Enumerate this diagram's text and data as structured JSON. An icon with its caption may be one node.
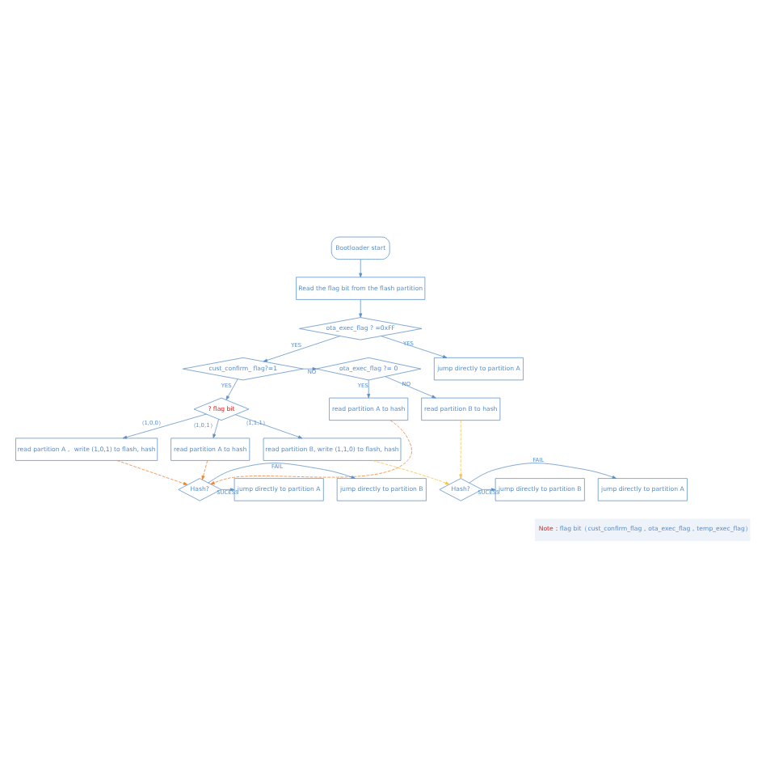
{
  "diagram": {
    "nodes": [
      {
        "text": [
          "Bootloader start"
        ]
      },
      {
        "text": [
          "Read the flag bit from the flash partition"
        ]
      },
      {
        "text": [
          "ota_exec_flag ? =0xFF"
        ]
      },
      {
        "text": [
          "cust_confirm_ flag?=1"
        ]
      },
      {
        "text": [
          "ota_exec_flag ?= 0"
        ]
      },
      {
        "text": [
          "? flag bit"
        ]
      },
      {
        "text": [
          "read partition B to hash"
        ]
      },
      {
        "text": [
          "read partition A to hash"
        ]
      },
      {
        "text": [
          "read partition A， write (1,0,1) to flash, hash"
        ]
      },
      {
        "text": [
          "read partition A to hash"
        ]
      },
      {
        "text": [
          "read partition B, write (1,1,0) to flash, hash"
        ]
      },
      {
        "text": [
          "Hash?"
        ]
      },
      {
        "text": [
          "jump directly to partition B"
        ]
      },
      {
        "text": [
          "jump directly to partition A"
        ]
      },
      {
        "text": [
          "jump directly to partition A"
        ]
      },
      {
        "text": [
          "Hash?"
        ]
      },
      {
        "text": [
          "jump directly to partition A"
        ]
      },
      {
        "text": [
          "jump directly to partition B"
        ]
      }
    ],
    "edges": [
      {
        "from": 0,
        "to": 1,
        "arrow": "to"
      },
      {
        "from": 1,
        "to": 2,
        "arrow": "to"
      },
      {
        "from": 2,
        "to": 14,
        "arrow": "to",
        "label": "YES"
      },
      {
        "from": 2,
        "to": 3,
        "arrow": "to",
        "label": "YES"
      },
      {
        "from": 3,
        "to": 4,
        "arrow": "to",
        "label": "NO"
      },
      {
        "from": 4,
        "to": 6,
        "arrow": "to",
        "label": "NO"
      },
      {
        "from": 4,
        "to": 7,
        "arrow": "to",
        "label": "YES"
      },
      {
        "from": 3,
        "to": 5,
        "arrow": "to",
        "label": "YES"
      },
      {
        "from": 5,
        "to": 8,
        "arrow": "to",
        "label": "（1,0,0）"
      },
      {
        "from": 5,
        "to": 9,
        "arrow": "to",
        "label": "（1,0,1）"
      },
      {
        "from": 5,
        "to": 10,
        "arrow": "to",
        "label": "（1,1,1）"
      },
      {
        "from": 7,
        "to": 11,
        "arrow": "to",
        "style": "dashed",
        "color": "#f08030"
      },
      {
        "from": 8,
        "to": 11,
        "arrow": "to",
        "style": "dashed",
        "color": "#f08030"
      },
      {
        "from": 9,
        "to": 11,
        "arrow": "to",
        "style": "dashed",
        "color": "#f08030"
      },
      {
        "from": 11,
        "to": 12,
        "arrow": "to",
        "label": "FAIL"
      },
      {
        "from": 11,
        "to": 13,
        "arrow": "to",
        "label": "SUCESS"
      },
      {
        "from": 6,
        "to": 15,
        "arrow": "to",
        "style": "dashed",
        "color": "#f5c242"
      },
      {
        "from": 10,
        "to": 15,
        "arrow": "to",
        "style": "dashed",
        "color": "#f5c242"
      },
      {
        "from": 15,
        "to": 16,
        "arrow": "to",
        "label": "FAIL"
      },
      {
        "from": 15,
        "to": 17,
        "arrow": "to",
        "label": "SUCESS"
      }
    ],
    "labels": [
      "Note：",
      "flag bit（cust_confirm_flag，ota_exec_flag，temp_exec_flag）"
    ]
  }
}
